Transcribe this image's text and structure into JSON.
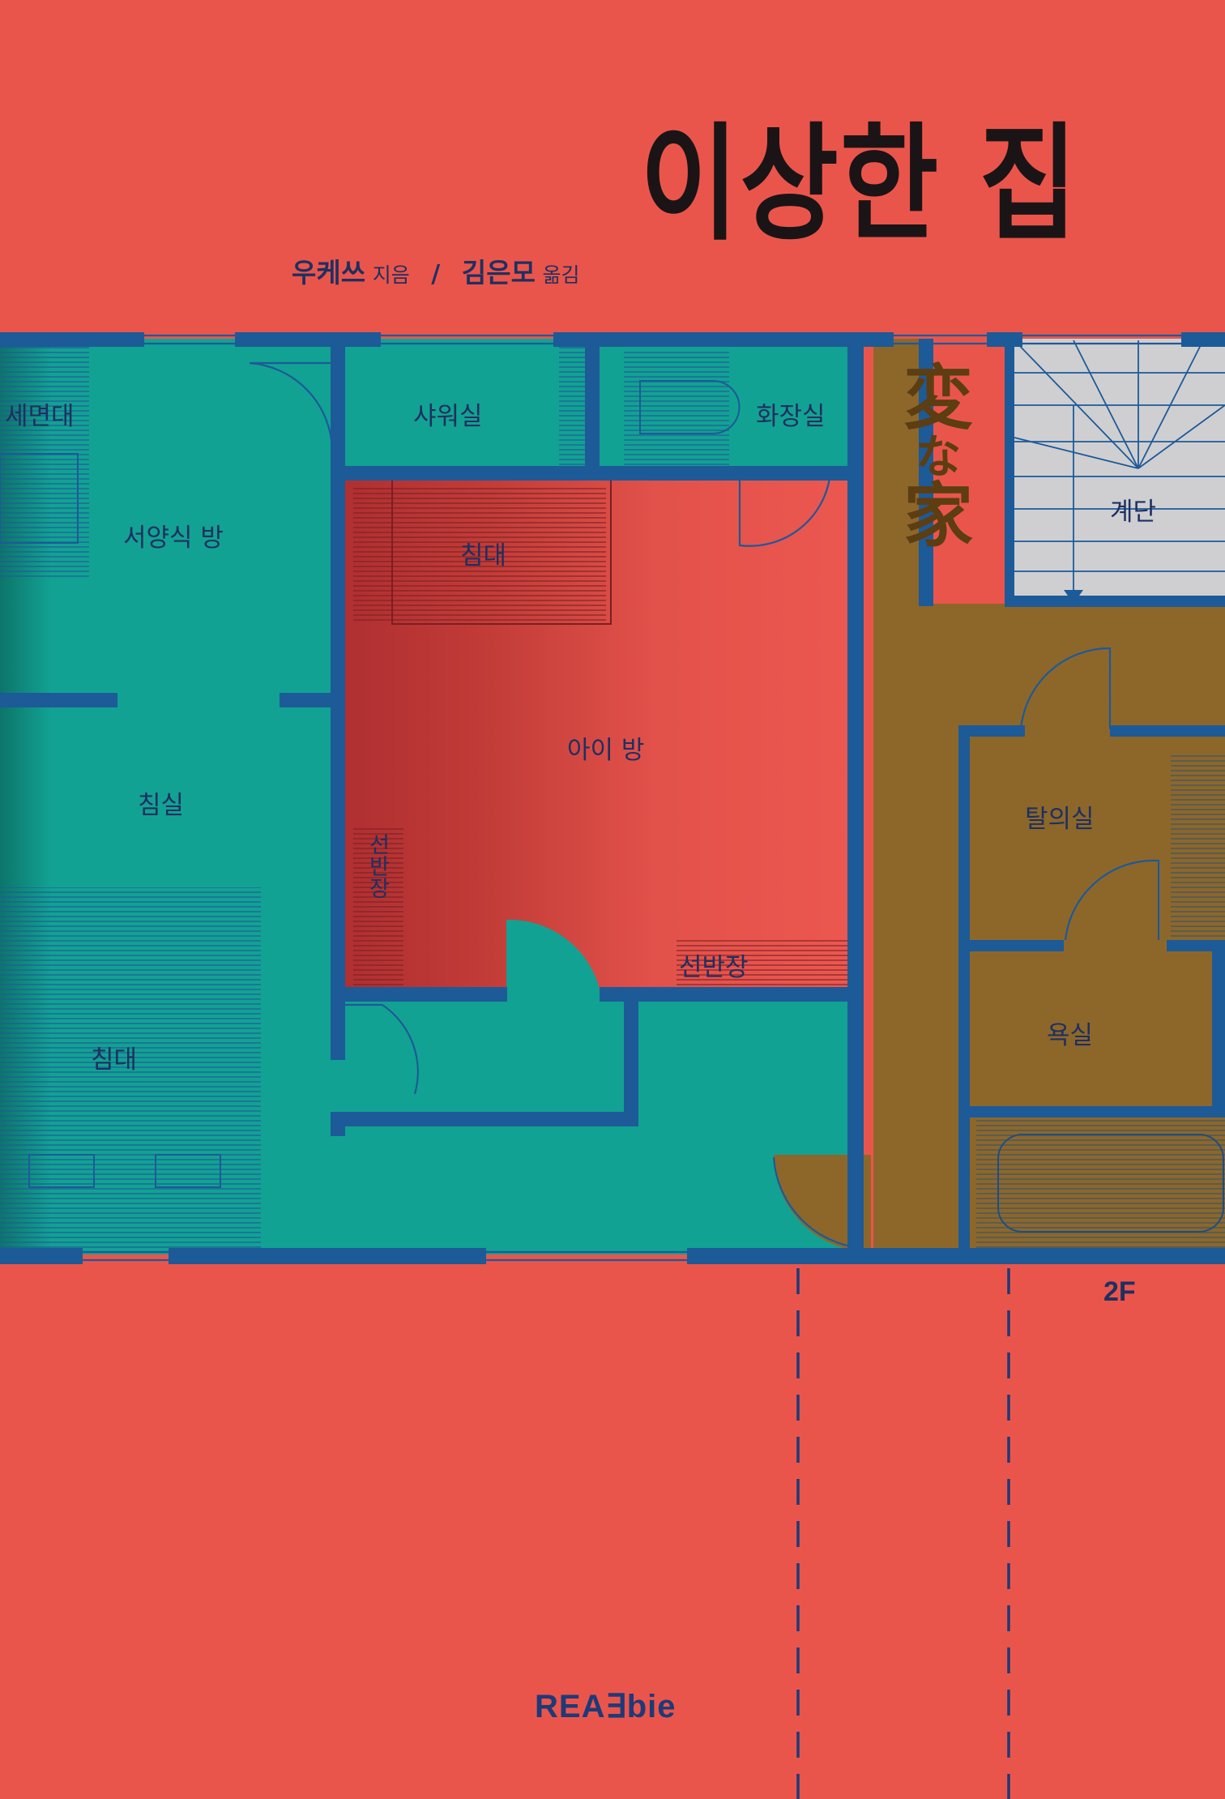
{
  "book": {
    "title": "이상한 집",
    "author_name": "우케쓰",
    "author_role": "지음",
    "separator": "/",
    "translator_name": "김은모",
    "translator_role": "옮김",
    "kanji": [
      "変",
      "な",
      "家"
    ],
    "floor_label": "2F",
    "publisher": "REA∃bie"
  },
  "rooms": {
    "washstand": "세면대",
    "shower": "샤워실",
    "toilet": "화장실",
    "stairs": "계단",
    "western_room": "서양식 방",
    "bed_child": "침대",
    "child_room": "아이 방",
    "bedroom": "침실",
    "shelf_vertical": "선반장",
    "shelf": "선반장",
    "dressing_room": "탈의실",
    "bed_main": "침대",
    "bathroom": "욕실"
  },
  "colors": {
    "background": "#ea554b",
    "teal": "#12a293",
    "wall": "#1d5a98",
    "brown": "#8d672a",
    "gray": "#cfcfd2",
    "title": "#1b1416",
    "text": "#1e3060"
  }
}
